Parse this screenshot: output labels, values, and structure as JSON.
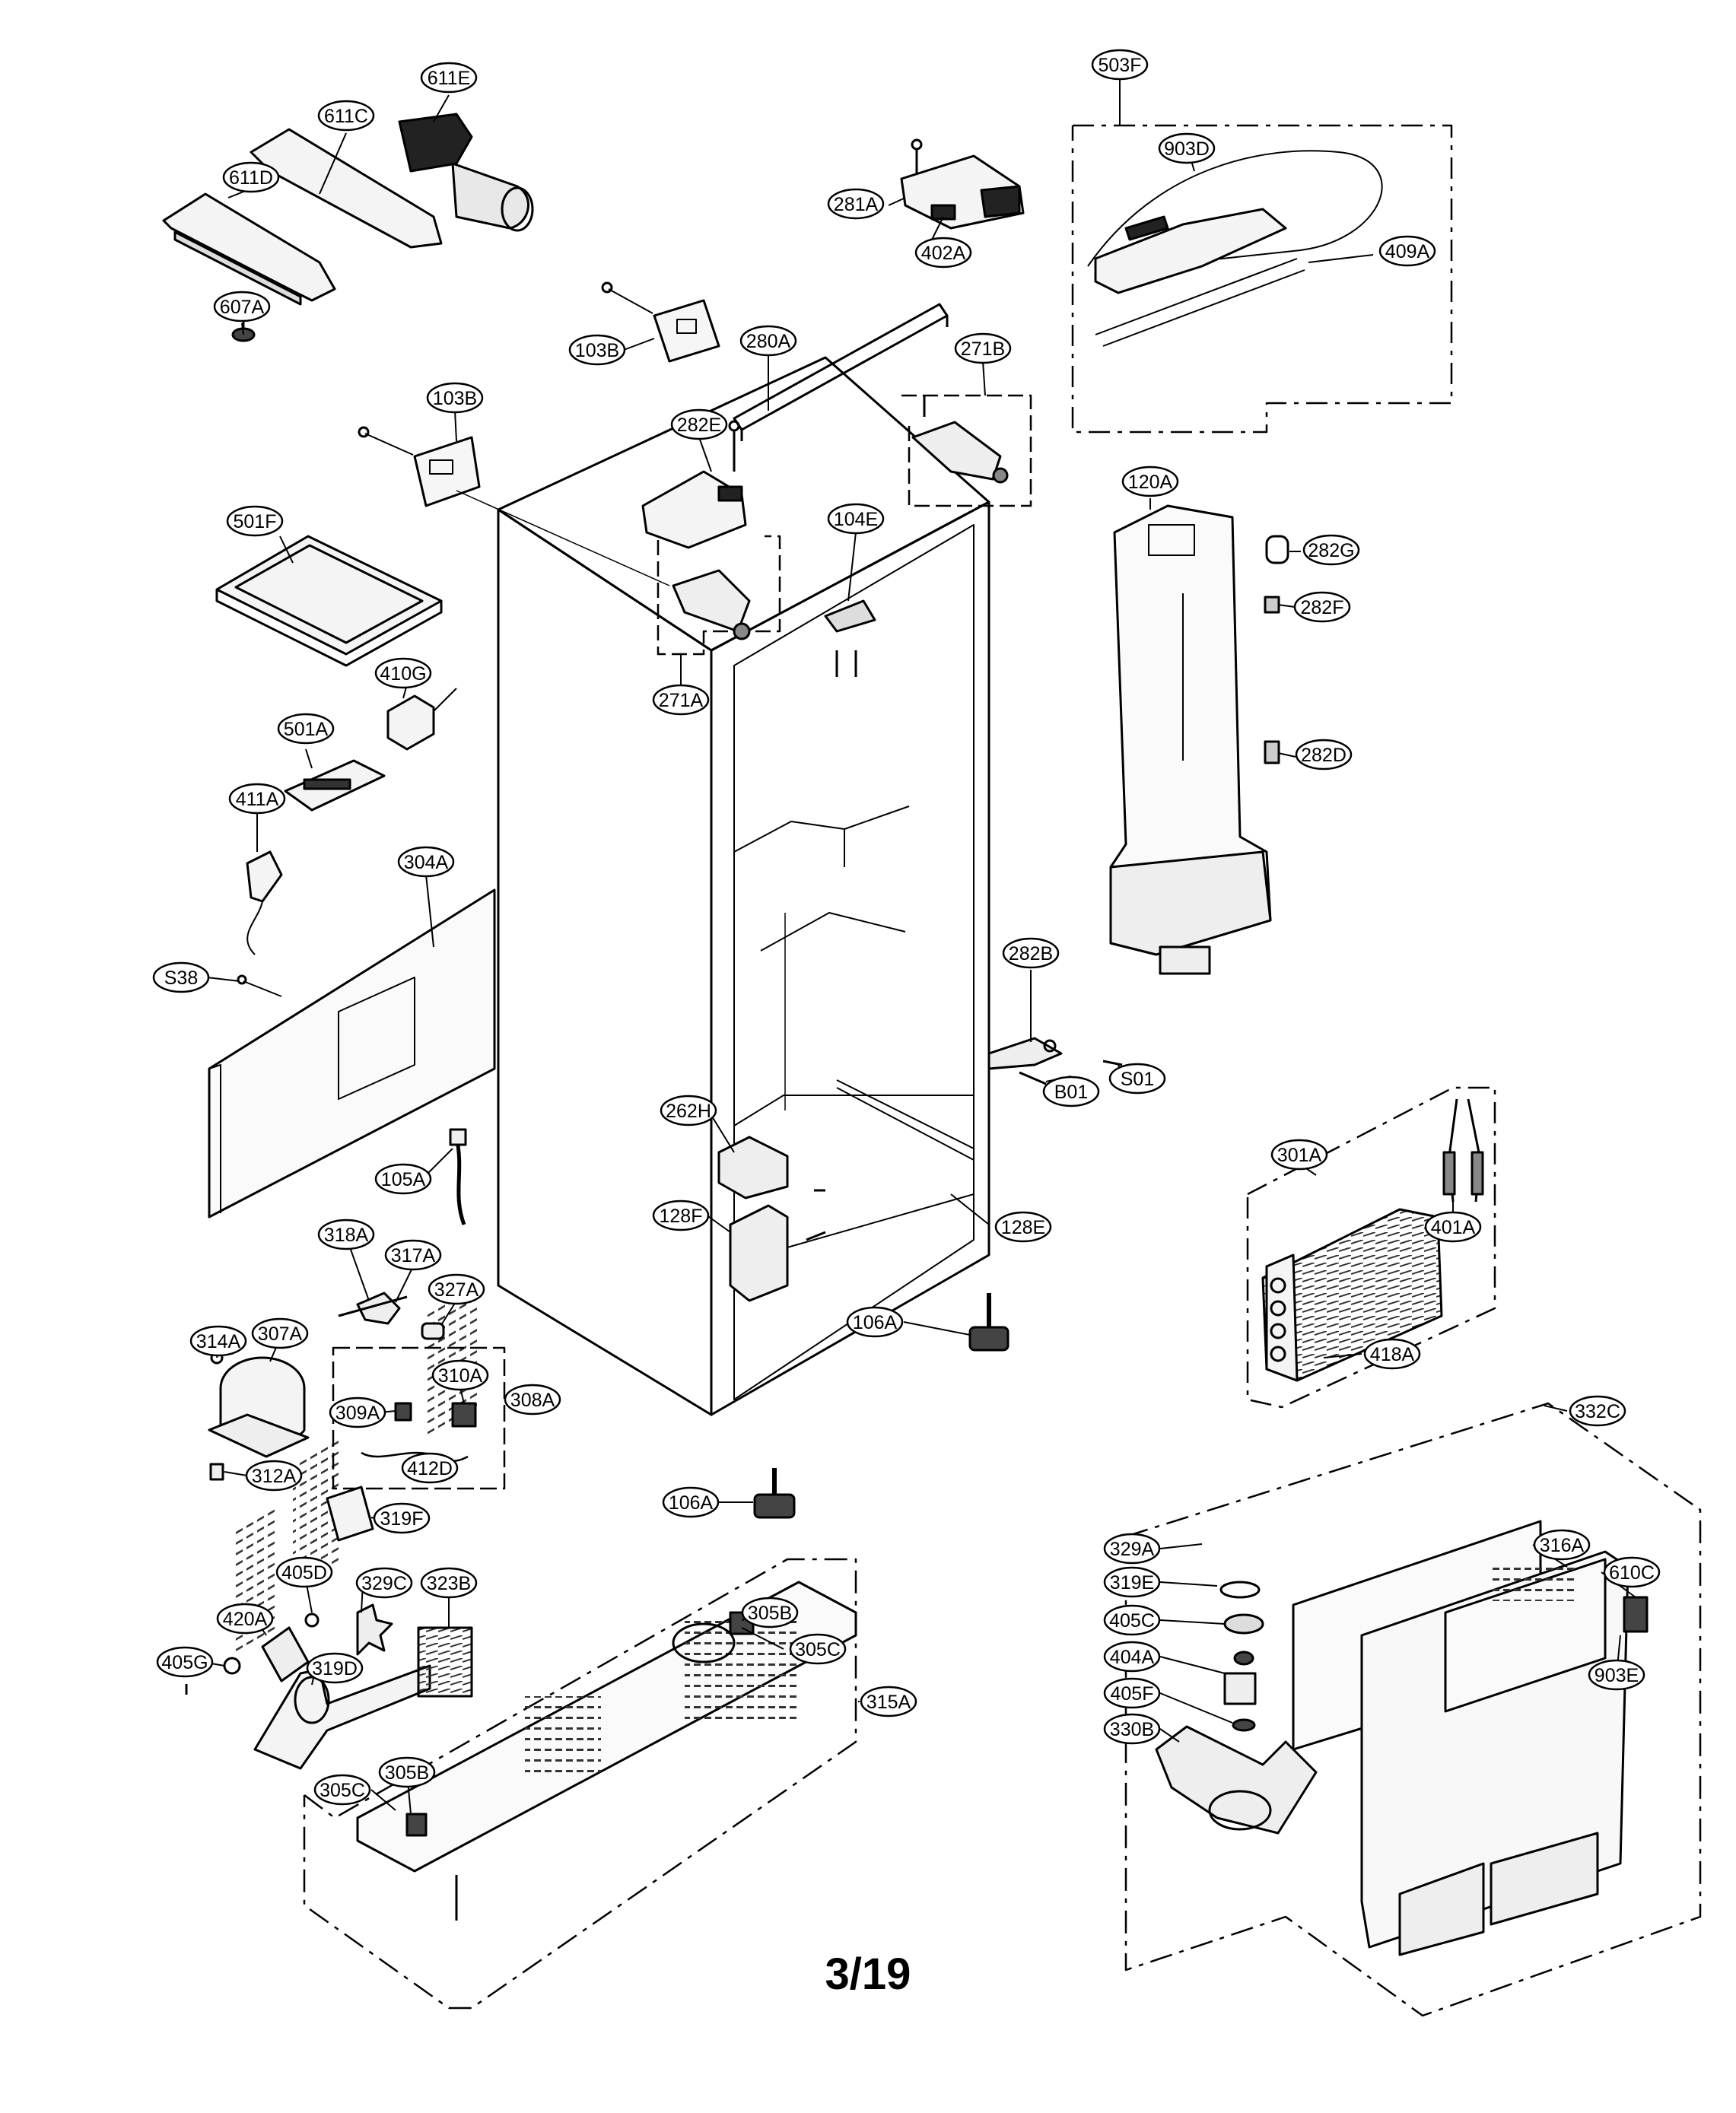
{
  "page_number": "3/19",
  "callouts": [
    "611E",
    "611C",
    "611D",
    "607A",
    "281A",
    "402A",
    "503F",
    "903D",
    "409A",
    "103B",
    "280A",
    "271B",
    "103B",
    "282E",
    "501F",
    "104E",
    "120A",
    "282G",
    "282F",
    "410G",
    "271A",
    "501A",
    "282D",
    "411A",
    "304A",
    "S38",
    "282B",
    "B01",
    "S01",
    "262H",
    "105A",
    "301A",
    "401A",
    "128F",
    "128E",
    "318A",
    "317A",
    "327A",
    "106A",
    "314A",
    "307A",
    "310A",
    "308A",
    "309A",
    "418A",
    "312A",
    "412D",
    "332C",
    "106A",
    "319F",
    "316A",
    "329A",
    "405D",
    "329C",
    "323B",
    "319E",
    "610C",
    "420A",
    "305B",
    "405C",
    "305C",
    "903E",
    "405G",
    "319D",
    "404A",
    "315A",
    "405F",
    "330B",
    "305B",
    "305C"
  ]
}
